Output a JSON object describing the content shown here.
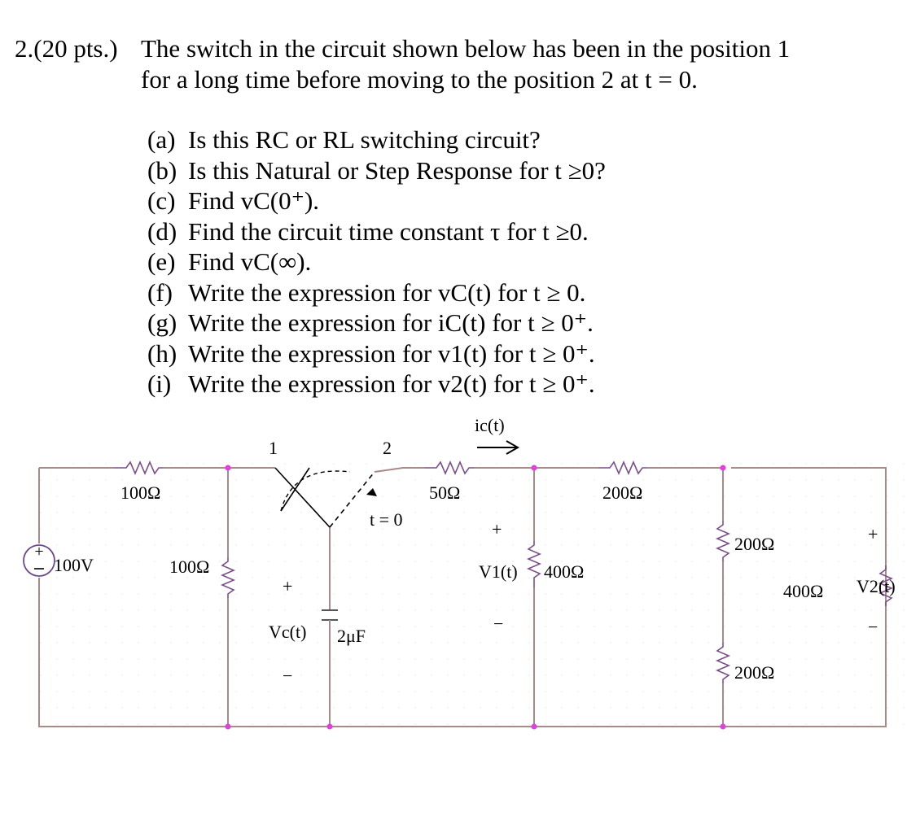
{
  "problem": {
    "number": "2.(20 pts.)",
    "statement_line1": "The switch in the circuit shown below has been in the position 1",
    "statement_line2": "for a long time before moving to the position 2 at t = 0."
  },
  "parts": [
    {
      "label": "(a)",
      "text": "Is this RC or RL switching circuit?"
    },
    {
      "label": "(b)",
      "text": "Is this Natural or Step Response for t ≥0?"
    },
    {
      "label": "(c)",
      "text": "Find vC(0⁺)."
    },
    {
      "label": "(d)",
      "text": "Find the circuit time constant τ for t ≥0."
    },
    {
      "label": "(e)",
      "text": "Find vC(∞)."
    },
    {
      "label": "(f)",
      "text": "Write the expression for vC(t) for t ≥ 0."
    },
    {
      "label": "(g)",
      "text": "Write the expression for iC(t) for t ≥ 0⁺."
    },
    {
      "label": "(h)",
      "text": "Write the expression for v1(t) for t ≥ 0⁺."
    },
    {
      "label": "(i)",
      "text": "Write the expression for v2(t) for t ≥ 0⁺."
    }
  ],
  "circuit": {
    "source": "100V",
    "r_series_left": "100Ω",
    "r_shunt_left": "100Ω",
    "switch_pos1": "1",
    "switch_pos2": "2",
    "switch_time": "t = 0",
    "capacitor": "2μF",
    "capacitor_voltage": "Vc(t)",
    "r_50": "50Ω",
    "current_label": "ic(t)",
    "r_400_v1": "400Ω",
    "v1_label": "V1(t)",
    "r_200_top": "200Ω",
    "r_200_upper": "200Ω",
    "r_200_lower": "200Ω",
    "r_400_v2": "400Ω",
    "v2_label": "V2(t)",
    "plus": "+",
    "minus": "−",
    "accent_node_color": "#e040e0"
  }
}
